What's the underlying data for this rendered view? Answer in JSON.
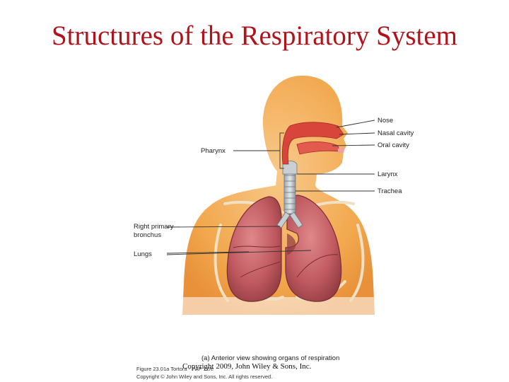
{
  "slide": {
    "title": "Structures of the Respiratory System"
  },
  "diagram": {
    "labels": {
      "nose": "Nose",
      "nasal_cavity": "Nasal cavity",
      "oral_cavity": "Oral cavity",
      "pharynx": "Pharynx",
      "larynx": "Larynx",
      "trachea": "Trachea",
      "right_primary_bronchus_line1": "Right primary",
      "right_primary_bronchus_line2": "bronchus",
      "lungs": "Lungs"
    },
    "caption": "(a) Anterior view showing organs of respiration",
    "figure_ref": "Figure 23.01a  Tortora - PAP 12/e",
    "figure_copyright": "Copyright © John Wiley and Sons, Inc. All rights reserved."
  },
  "footer": {
    "copyright": "Copyright 2009, John Wiley & Sons, Inc."
  },
  "colors": {
    "title": "#b0141a",
    "skin": "#f2a84e",
    "lung": "#b8545a",
    "airway": "#d8453a"
  }
}
